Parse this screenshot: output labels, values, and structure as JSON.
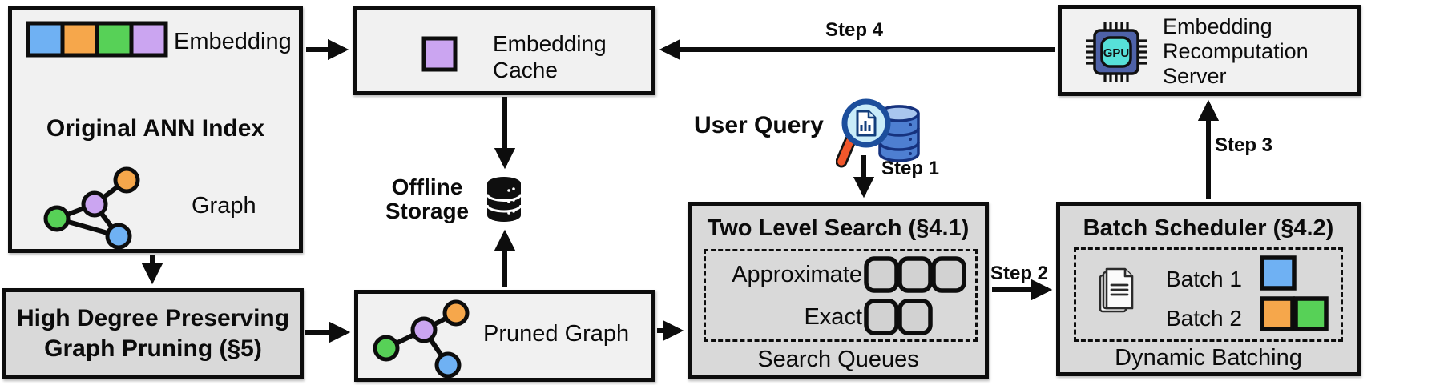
{
  "colors": {
    "blue": "#6FB1F3",
    "orange": "#F6A74B",
    "green": "#57D157",
    "purple": "#CBA5F1",
    "queue_fill": "#D2D2D2",
    "gpu_body": "#4E62A8",
    "gpu_screen": "#57E1D9",
    "query_db": "#4E7FD1",
    "query_db_top": "#A9C6EE",
    "query_lens": "#C9ECF9",
    "query_handle": "#F2572B",
    "box_light": "#F1F1F1",
    "box_dark": "#D9D9D9",
    "line": "#0D0D0D"
  },
  "ann_index": {
    "title": "Original ANN Index",
    "embedding_label": "Embedding",
    "graph_label": "Graph"
  },
  "embedding_cache": {
    "label": "Embedding Cache"
  },
  "offline_storage": {
    "label": "Offline Storage"
  },
  "graph_pruning": {
    "title": "High Degree Preserving Graph Pruning (§5)"
  },
  "pruned_graph": {
    "label": "Pruned Graph"
  },
  "user_query": {
    "label": "User Query"
  },
  "steps": {
    "s1": "Step 1",
    "s2": "Step 2",
    "s3": "Step 3",
    "s4": "Step 4"
  },
  "two_level_search": {
    "title": "Two Level Search (§4.1)",
    "approximate_label": "Approximate",
    "exact_label": "Exact",
    "caption": "Search Queues",
    "approximate_queue_count": 3,
    "exact_queue_count": 2
  },
  "batch_scheduler": {
    "title": "Batch Scheduler (§4.2)",
    "batch1_label": "Batch 1",
    "batch2_label": "Batch 2",
    "caption": "Dynamic Batching"
  },
  "recompute_server": {
    "label": "Embedding Recomputation Server",
    "gpu_label": "GPU"
  }
}
